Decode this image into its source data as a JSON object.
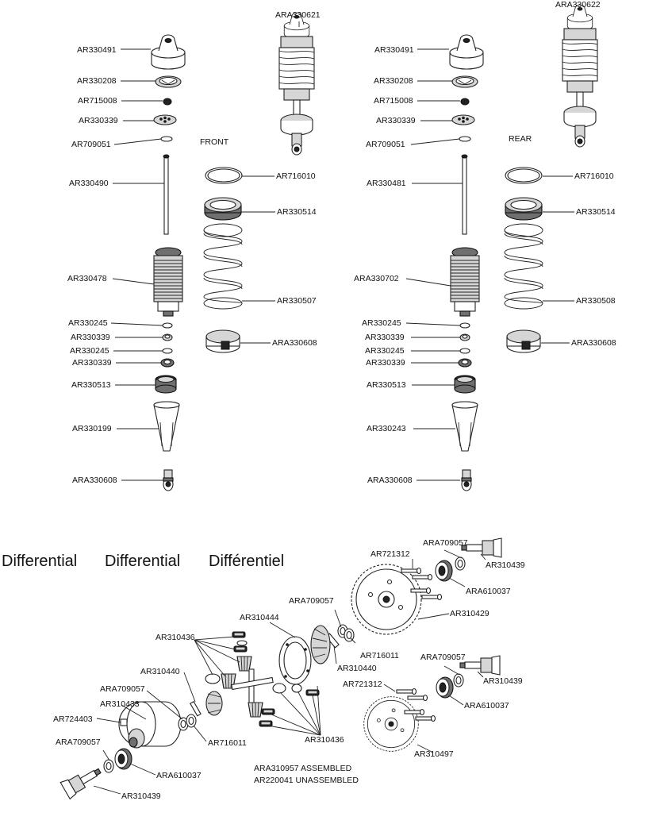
{
  "section_titles": {
    "differential_en": "Differential",
    "differential_de": "Differential",
    "differential_fr": "Différentiel"
  },
  "front_shock": {
    "assembly_label": "ARA330621",
    "position_label": "FRONT",
    "parts": {
      "cap": "AR330491",
      "bladder": "AR330208",
      "nut": "AR715008",
      "piston": "AR330339",
      "washer": "AR709051",
      "shaft": "AR330490",
      "oring": "AR716010",
      "collar": "AR330514",
      "body": "AR330478",
      "spring": "AR330507",
      "seal_a": "AR330245",
      "spacer_a": "AR330339",
      "seal_b": "AR330245",
      "spacer_b": "AR330339",
      "spring_cup": "ARA330608",
      "bottom_cap": "AR330513",
      "boot": "AR330199",
      "rod_end": "ARA330608"
    }
  },
  "rear_shock": {
    "assembly_label": "ARA330622",
    "position_label": "REAR",
    "parts": {
      "cap": "AR330491",
      "bladder": "AR330208",
      "nut": "AR715008",
      "piston": "AR330339",
      "washer": "AR709051",
      "shaft": "AR330481",
      "oring": "AR716010",
      "collar": "AR330514",
      "body": "ARA330702",
      "spring": "AR330508",
      "seal_a": "AR330245",
      "spacer_a": "AR330339",
      "seal_b": "AR330245",
      "spacer_b": "AR330339",
      "spring_cup": "ARA330608",
      "bottom_cap": "AR330513",
      "boot": "AR330243",
      "rod_end": "ARA330608"
    }
  },
  "differential": {
    "pins_top": "AR721312",
    "washer_top_right": "ARA709057",
    "outdrive_top": "AR310439",
    "bearing_top": "ARA610037",
    "ring_gear_top": "AR310429",
    "washer_mid": "ARA709057",
    "gasket": "AR310444",
    "oring_mid": "AR716011",
    "shim_mid": "AR310440",
    "bevel_gears_top": "AR310436",
    "washer_mid_right": "ARA709057",
    "outdrive_mid_right": "AR310439",
    "pins_mid_right": "AR721312",
    "bearing_mid_right": "ARA610037",
    "shim_left": "AR310440",
    "washer_left": "ARA709057",
    "case": "AR310433",
    "pin_left": "AR724403",
    "oring_left": "AR716011",
    "bevel_gears_bottom": "AR310436",
    "washer_bottom_left": "ARA709057",
    "bearing_bottom_left": "ARA610037",
    "outdrive_bottom_left": "AR310439",
    "ring_gear_bottom": "AR310497",
    "assembled": "ARA310957 ASSEMBLED",
    "unassembled": "AR220041 UNASSEMBLED"
  }
}
